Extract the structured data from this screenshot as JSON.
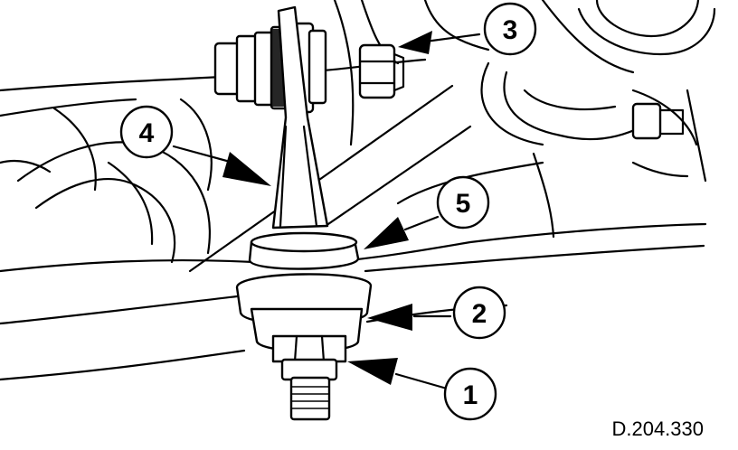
{
  "diagram": {
    "reference_code": "D.204.330",
    "callouts": [
      {
        "id": "1",
        "label": "1"
      },
      {
        "id": "2",
        "label": "2"
      },
      {
        "id": "3",
        "label": "3"
      },
      {
        "id": "4",
        "label": "4"
      },
      {
        "id": "5",
        "label": "5"
      }
    ]
  },
  "colors": {
    "ink": "#000000",
    "paper": "#ffffff"
  }
}
